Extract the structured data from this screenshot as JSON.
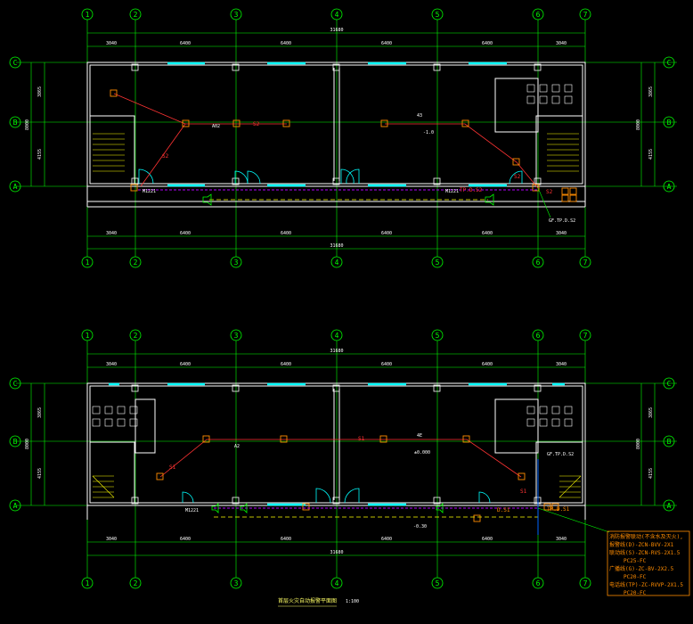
{
  "colors": {
    "background": "#000000",
    "grid": "#00ff00",
    "wall": "#ffffff",
    "window": "#00ffff",
    "circuit": "#ff3333",
    "device": "#ff8c00",
    "bus": "#b300ff",
    "door": "#00ffff",
    "stair": "#ffff00"
  },
  "axes": {
    "columns": [
      "1",
      "2",
      "3",
      "4",
      "5",
      "6",
      "7"
    ],
    "rows": [
      "C",
      "B",
      "A"
    ]
  },
  "dimensions": {
    "top_segments": [
      "3040",
      "6400",
      "6400",
      "6400",
      "6400",
      "3040"
    ],
    "total": "31680",
    "left_a": "3865",
    "left_b": "8000",
    "left_c": "4155",
    "right_a": "3865",
    "right_b": "8000",
    "right_c": "4155"
  },
  "plan_top": {
    "labels": {
      "tp_main": "TP.D.S2",
      "tp_side": "GF.TP.D.S2",
      "tag_s2_a": "S2",
      "tag_s2_b": "S2",
      "tag_s2_c": "S2",
      "tag_s2_d": "S2",
      "elev": "-1.0",
      "num_a": "A02",
      "num_b": "43",
      "door_left": "M1221",
      "door_right": "M1221"
    }
  },
  "plan_bottom": {
    "labels": {
      "tp_main": "TP.D.S1",
      "tp_side": "GF.TP.D.S2",
      "bus_label": "D.S1",
      "tag_s1_a": "S1",
      "tag_s1_b": "S1",
      "tag_s1_c": "S1",
      "elev_a": "±0.000",
      "elev_b": "-0.30",
      "num_a": "A2",
      "num_b": "4E",
      "door_left": "M1221"
    }
  },
  "legend": {
    "lines": [
      "消防报警联动(不含水及灭火),",
      "报警线(D)-ZCN-BVV-2X1",
      "联动线(S)-ZCN-RVS-2X1.5",
      "PC25-FC",
      "广播线(G)-ZC-BV-2X2.5",
      "PC20-FC",
      "电话线(TP)-ZC-RVVP-2X1.5",
      "PC20-FC"
    ]
  },
  "caption": {
    "title": "首层火灾自动报警平面图",
    "scale": "1:100"
  }
}
